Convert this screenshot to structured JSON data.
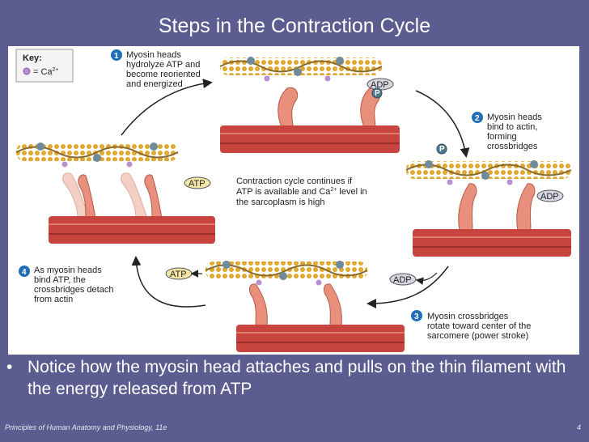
{
  "slide": {
    "title": "Steps in the Contraction Cycle",
    "bullet": "Notice how the myosin head attaches and pulls on the thin filament with the energy released from ATP",
    "bullet_marker": "•",
    "footer_left": "Principles of Human Anatomy and Physiology, 11e",
    "page_number": "4"
  },
  "key": {
    "title": "Key:",
    "entry_prefix": "= Ca",
    "entry_sup": "2+"
  },
  "steps": [
    {
      "number": "1",
      "lines": [
        "Myosin heads",
        "hydrolyze ATP and",
        "become reoriented",
        "and energized"
      ]
    },
    {
      "number": "2",
      "lines": [
        "Myosin heads",
        "bind to actin,",
        "forming",
        "crossbridges"
      ]
    },
    {
      "number": "3",
      "lines": [
        "Myosin crossbridges",
        "rotate toward center of the",
        "sarcomere (power stroke)"
      ]
    },
    {
      "number": "4",
      "lines": [
        "As myosin heads",
        "bind ATP, the",
        "crossbridges detach",
        "from actin"
      ]
    }
  ],
  "center_note": {
    "line1": "Contraction cycle continues if",
    "line2_prefix": "ATP is available and Ca",
    "line2_sup": "2+",
    "line2_suffix": " level in",
    "line3": "the sarcoplasm is high"
  },
  "molecules": {
    "adp": "ADP",
    "atp": "ATP",
    "phosphate": "P"
  },
  "colors": {
    "background": "#5b5c8f",
    "muscle": "#c8453f",
    "myosin_head": "#e9907d",
    "actin": "#e8b545",
    "calcium": "#b78fcf",
    "step_badge": "#1f6fb7"
  }
}
